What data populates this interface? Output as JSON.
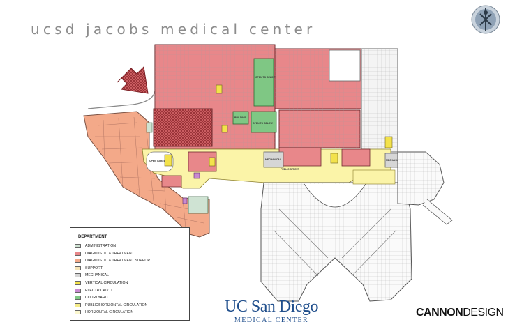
{
  "header": {
    "title": "ucsd jacobs medical center"
  },
  "legend": {
    "title": "DEPARTMENT",
    "items": [
      {
        "label": "ADMINISTRATION",
        "color": "#cfe3d3"
      },
      {
        "label": "DIAGNOSTIC & TREATMENT",
        "color": "#e8878a"
      },
      {
        "label": "DIAGNOSTIC & TREATMENT SUPPORT",
        "color": "#f3a989"
      },
      {
        "label": "SUPPORT",
        "color": "#f6e4b8"
      },
      {
        "label": "MECHANICAL",
        "color": "#d6d6d6"
      },
      {
        "label": "VERTICAL CIRCULATION",
        "color": "#f3e24b"
      },
      {
        "label": "ELECTRICAL/ IT",
        "color": "#c98ad1"
      },
      {
        "label": "COURTYARD",
        "color": "#7fc784"
      },
      {
        "label": "PUBLIC/HORIZONTAL CIRCULATION",
        "color": "#f5ec8a"
      },
      {
        "label": "HORIZONTAL CIRCULATION",
        "color": "#fbf7cf"
      }
    ]
  },
  "plan_labels": {
    "open1": "OPEN TO BELOW",
    "open2": "OPEN TO BELOW",
    "open3": "OPEN TO BELOW",
    "open4": "OPEN TO BELOW",
    "mechanical1": "MECHANICAL",
    "mechanical2": "MECHANICAL",
    "building": "BUILDING",
    "public": "PUBLIC STREET"
  },
  "logos": {
    "ucsd_main": "UC San Diego",
    "ucsd_sub": "MEDICAL CENTER",
    "cannon_bold": "CANNON",
    "cannon_thin": "DESIGN"
  }
}
